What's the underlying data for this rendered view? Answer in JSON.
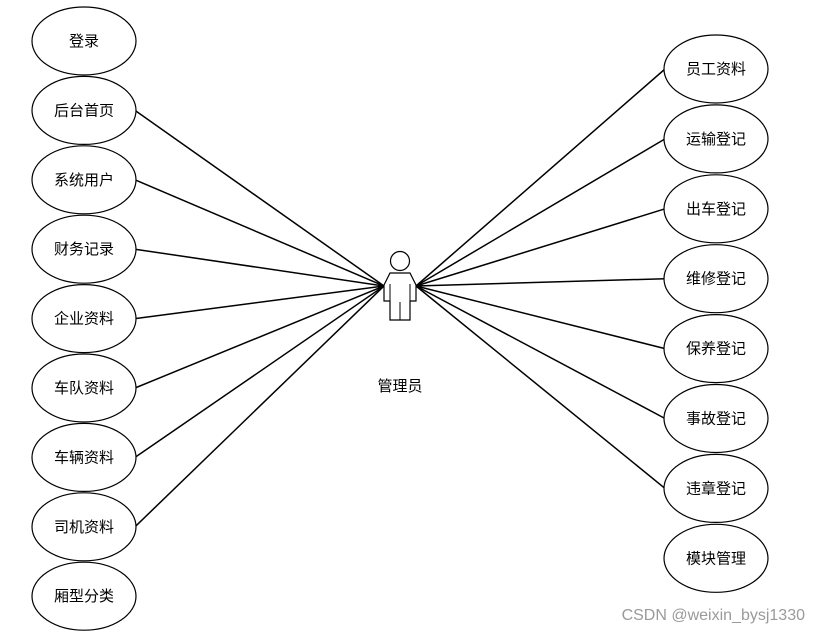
{
  "actor": {
    "label": "管理员"
  },
  "left_use_cases": [
    {
      "label": "登录",
      "connected": false
    },
    {
      "label": "后台首页",
      "connected": true
    },
    {
      "label": "系统用户",
      "connected": true
    },
    {
      "label": "财务记录",
      "connected": true
    },
    {
      "label": "企业资料",
      "connected": true
    },
    {
      "label": "车队资料",
      "connected": true
    },
    {
      "label": "车辆资料",
      "connected": true
    },
    {
      "label": "司机资料",
      "connected": true
    },
    {
      "label": "厢型分类",
      "connected": false
    }
  ],
  "right_use_cases": [
    {
      "label": "员工资料",
      "connected": true
    },
    {
      "label": "运输登记",
      "connected": true
    },
    {
      "label": "出车登记",
      "connected": true
    },
    {
      "label": "维修登记",
      "connected": true
    },
    {
      "label": "保养登记",
      "connected": true
    },
    {
      "label": "事故登记",
      "connected": true
    },
    {
      "label": "违章登记",
      "connected": true
    },
    {
      "label": "模块管理",
      "connected": false
    }
  ],
  "watermark": "CSDN @weixin_bysj1330"
}
